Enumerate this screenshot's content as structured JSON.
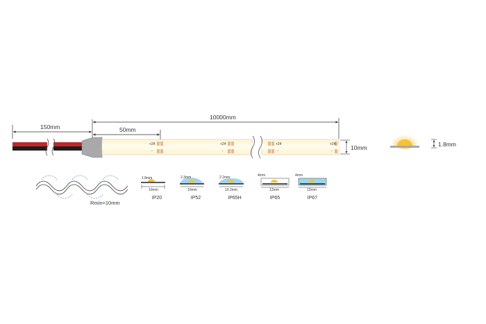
{
  "dimensions": {
    "cable_length": "150mm",
    "cut_unit": "50mm",
    "total_length": "10000mm",
    "strip_width": "10mm",
    "led_height": "1.8mm"
  },
  "bend": {
    "label": "Rmin=10mm"
  },
  "pcb_marks": {
    "plus": "+24",
    "minus": "-"
  },
  "ip_variants": [
    {
      "name": "IP20",
      "height": "1.8mm",
      "width": "10mm"
    },
    {
      "name": "IP52",
      "height": "2.3mm",
      "width": "10mm"
    },
    {
      "name": "IP65H",
      "height": "2.2mm",
      "width": "10.2mm"
    },
    {
      "name": "IP65",
      "height": "4mm",
      "width": "12mm"
    },
    {
      "name": "IP67",
      "height": "4mm",
      "width": "12mm"
    }
  ],
  "colors": {
    "led": "#fff6d8",
    "led_glow": "#f6c232",
    "pad": "#e8b98c",
    "cable_red": "#c0272d",
    "cable_black": "#1d1d1d",
    "connector": "#a9a9a9",
    "coating": "#9fd6ee"
  }
}
